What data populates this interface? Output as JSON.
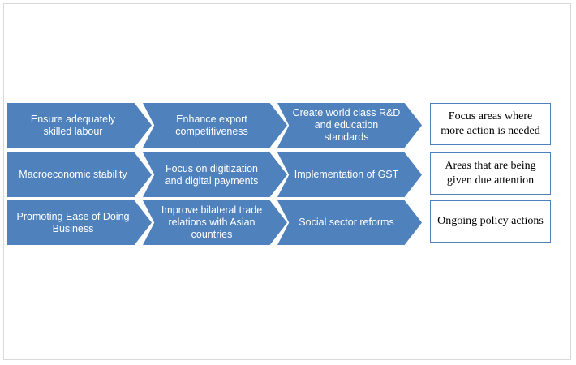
{
  "rows": [
    {
      "steps": [
        "Ensure adequately skilled labour",
        "Enhance export competitiveness",
        "Create world class R&D and education standards"
      ],
      "category": "Focus areas where more action is needed"
    },
    {
      "steps": [
        "Macroeconomic stability",
        "Focus on digitization and digital payments",
        "Implementation of GST"
      ],
      "category": "Areas that are being given due attention"
    },
    {
      "steps": [
        "Promoting Ease of Doing Business",
        "Improve bilateral trade relations with Asian countries",
        "Social sector reforms"
      ],
      "category": "Ongoing policy actions"
    }
  ],
  "colors": {
    "chevron_fill": "#4f81bd",
    "chevron_text": "#ffffff",
    "box_border": "#4f81bd"
  }
}
